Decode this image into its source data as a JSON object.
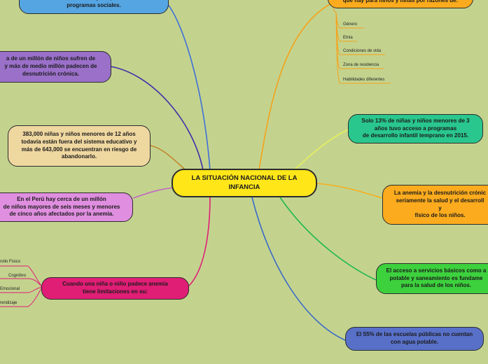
{
  "colors": {
    "background": "#c3d38e",
    "center_fill": "#ffe619",
    "blue": "#55a5e2",
    "purple": "#9a70c9",
    "tan": "#efd7a0",
    "pink": "#e08fe0",
    "magenta": "#e01e76",
    "green": "#29c78e",
    "orange": "#fbab1d",
    "bright_green": "#3dd13d",
    "slate_blue": "#5870c8"
  },
  "central_topic": "LA SITUACIÓN NACIONAL DE LA\nINFANCIA",
  "left_topics": {
    "social_programs": "adecuado e intangible para estos\nprogramas sociales.",
    "malnutrition": "a de un millón de niños sufren de\ny más de medio millón padecen de\ndesnutrición crónica.",
    "school_dropout": "383,000 niñas y niños menores de 12 años\ntodavía están fuera del sistema educativo y\nmás de 643,000 se encuentran en riesgo de\nabandonarlo.",
    "anemia_peru": "En el Perú hay cerca de un millón\nde niños mayores de seis meses y menores\nde cinco años afectados por la anemia.",
    "anemia_limits": "Cuando una niña o niño padece anemia\ntiene limitaciones en su:"
  },
  "anemia_limits_items": [
    "rollo Físico",
    "Cognitivo",
    "Emocional",
    "rendizaje"
  ],
  "right_topics": {
    "inequality": "que hay para niños y niñas por razones de:",
    "early_dev": "Solo 13% de niñas y niños menores de 3\naños tuvo acceso a programas\nde desarrollo infantil temprano en 2015.",
    "anemia_health": "La anemia y la desnutrición crónic\nseriamente la salud y el desarroll\ny\nfísico de los niños.",
    "basic_services": "El acceso a servicios básicos como a\npotable y saneamiento es fundame\npara la salud de los niños.",
    "schools_water": "El 55% de las escuelas públicas no cuentan\ncon agua potable."
  },
  "inequality_items": [
    "Género",
    "Etnia",
    "Condiciones de vida",
    "Zona de residencia",
    "Habilidades diferentes"
  ]
}
